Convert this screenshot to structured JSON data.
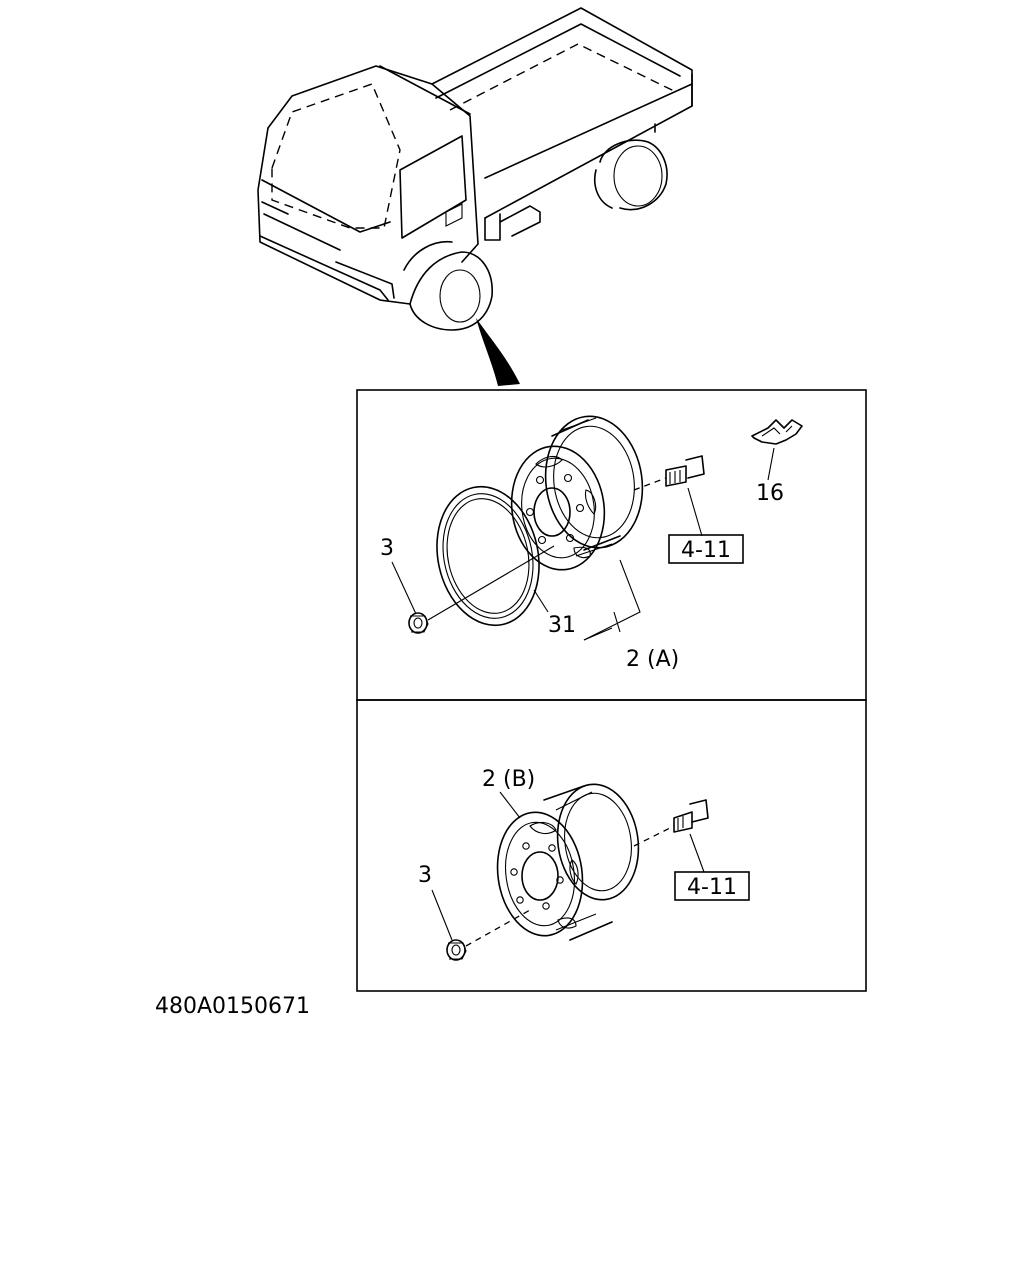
{
  "diagram_id": "480A0150671",
  "panel_a": {
    "callouts": {
      "nut": "3",
      "ring": "31",
      "wheel": "2 (A)",
      "clip": "16",
      "ref_box": "4-11"
    }
  },
  "panel_b": {
    "callouts": {
      "wheel": "2 (B)",
      "nut": "3",
      "ref_box": "4-11"
    }
  }
}
